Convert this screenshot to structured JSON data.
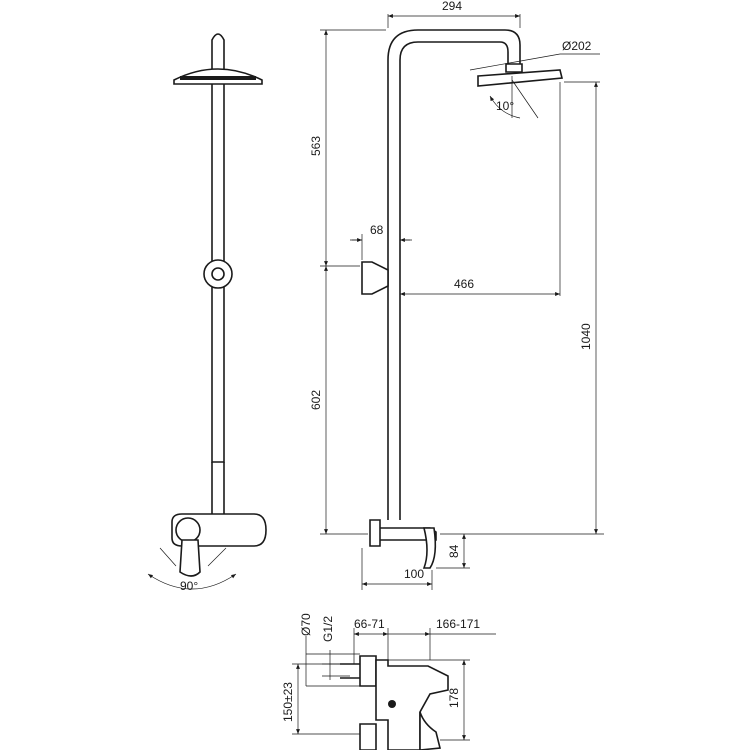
{
  "front_view": {
    "rotation_label": "90°"
  },
  "side_view": {
    "dim_arm_reach": "294",
    "dim_head_diameter": "Ø202",
    "dim_head_tilt": "10°",
    "dim_upper_height": "563",
    "dim_holder_depth": "68",
    "dim_head_offset": "466",
    "dim_total_height": "1040",
    "dim_lower_height": "602",
    "dim_mixer_height": "84",
    "dim_mixer_depth": "100"
  },
  "mixer_view": {
    "dim_flange_diameter": "Ø70",
    "dim_thread": "G1/2",
    "dim_eccentric_depth": "66-71",
    "dim_total_depth": "166-171",
    "dim_centres": "150±23",
    "dim_body_height": "178"
  }
}
